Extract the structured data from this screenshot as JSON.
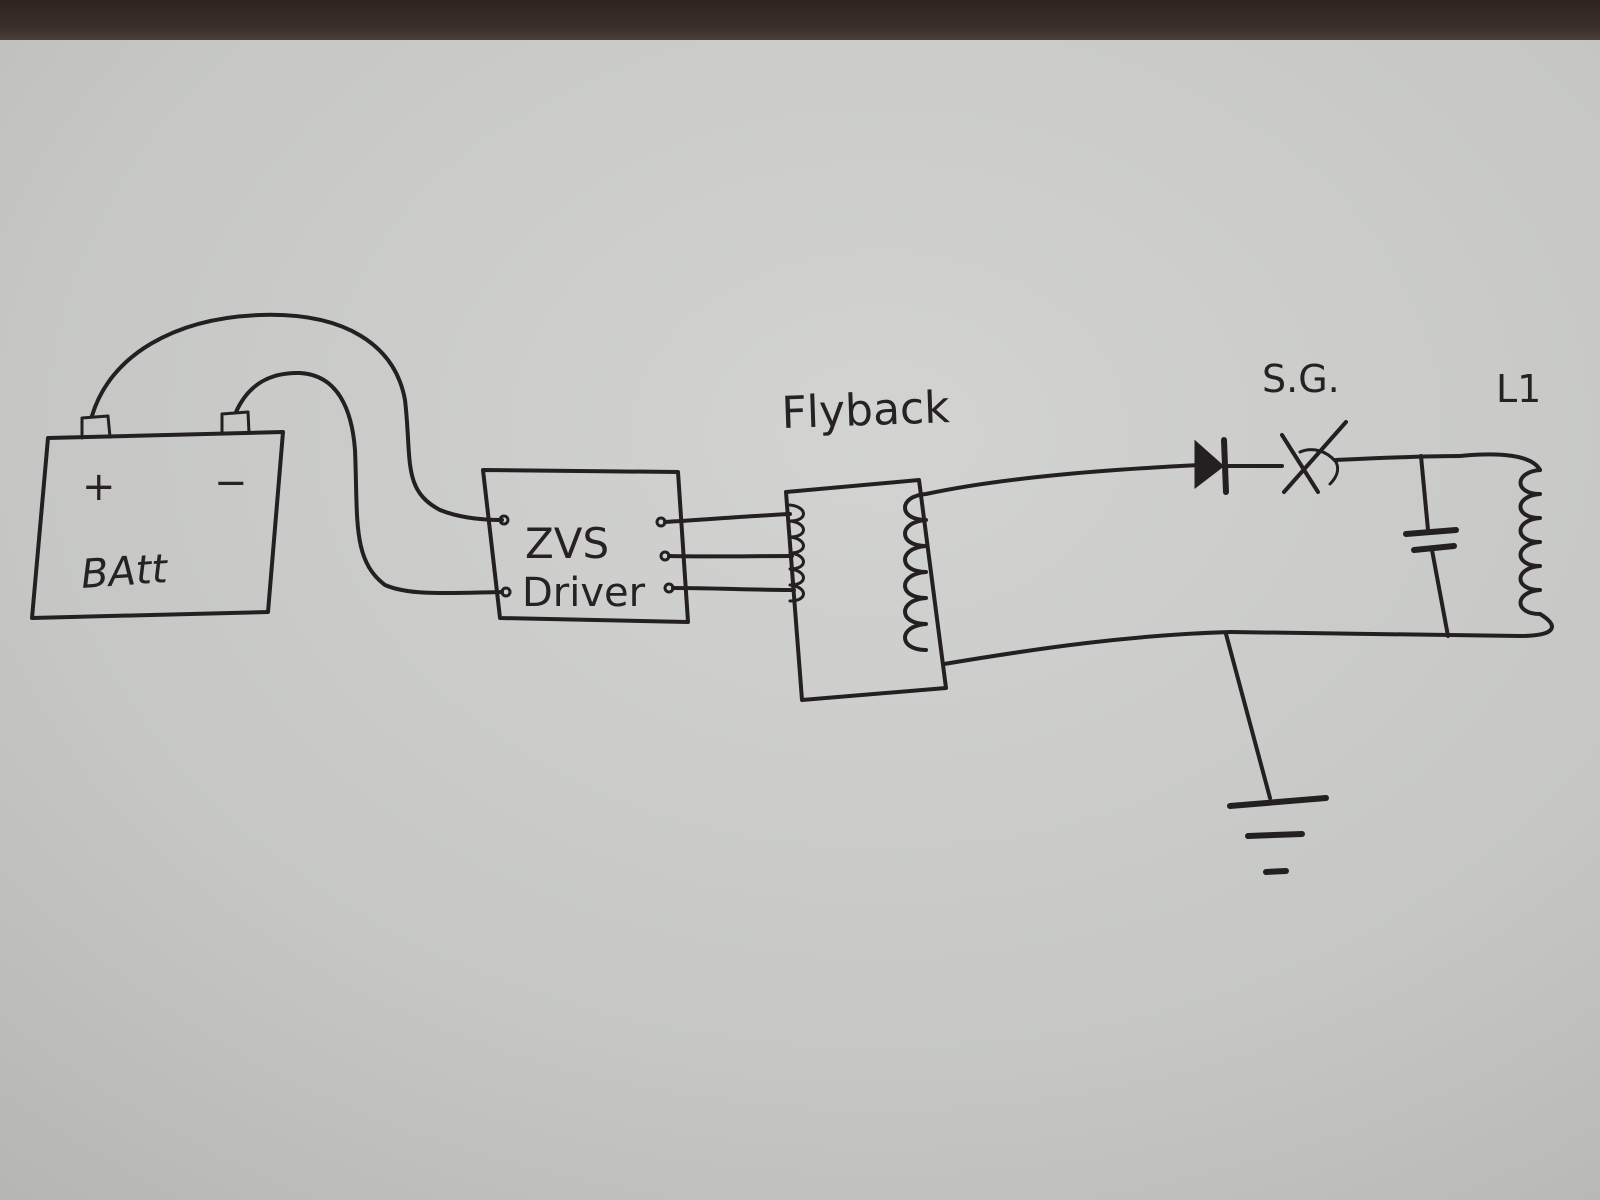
{
  "labels": {
    "battery_plus": "+",
    "battery_minus": "−",
    "battery": "BAtt",
    "driver_line1": "ZVS",
    "driver_line2": "Driver",
    "flyback": "Flyback",
    "spark_gap": "S.G.",
    "coil": "L1"
  },
  "colors": {
    "ink": "#242022",
    "paper": "#c9cac8",
    "desk": "#2e2420"
  }
}
